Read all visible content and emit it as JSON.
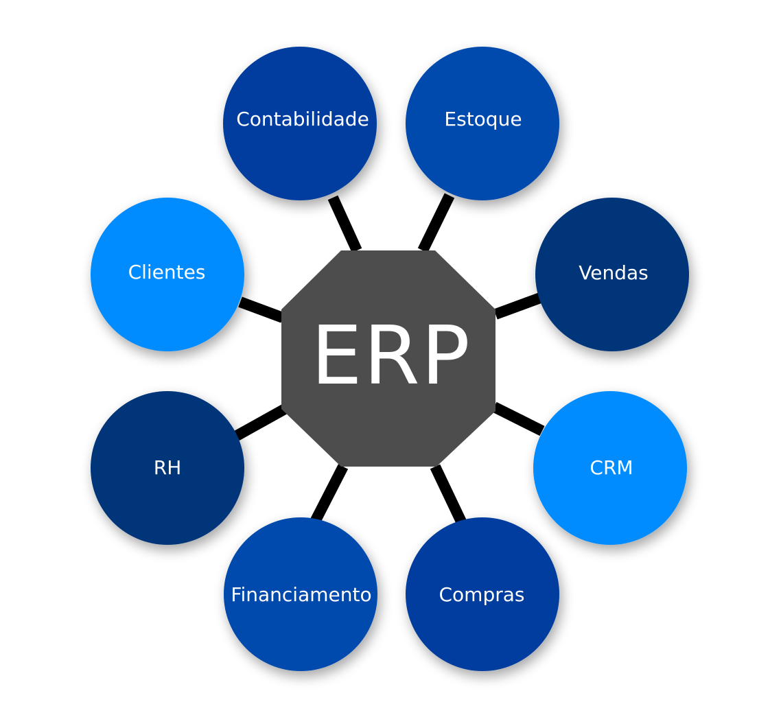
{
  "hub": {
    "label": "ERP",
    "color": "#4d4d4d"
  },
  "nodes": [
    {
      "id": "contabilidade",
      "label": "Contabilidade",
      "color": "#003c9e"
    },
    {
      "id": "estoque",
      "label": "Estoque",
      "color": "#0049ad"
    },
    {
      "id": "vendas",
      "label": "Vendas",
      "color": "#00367a"
    },
    {
      "id": "crm",
      "label": "CRM",
      "color": "#008cff"
    },
    {
      "id": "compras",
      "label": "Compras",
      "color": "#003c9e"
    },
    {
      "id": "financiamento",
      "label": "Financiamento",
      "color": "#0049ad"
    },
    {
      "id": "rh",
      "label": "RH",
      "color": "#00367a"
    },
    {
      "id": "clientes",
      "label": "Clientes",
      "color": "#008cff"
    }
  ],
  "connector_color": "#000000"
}
